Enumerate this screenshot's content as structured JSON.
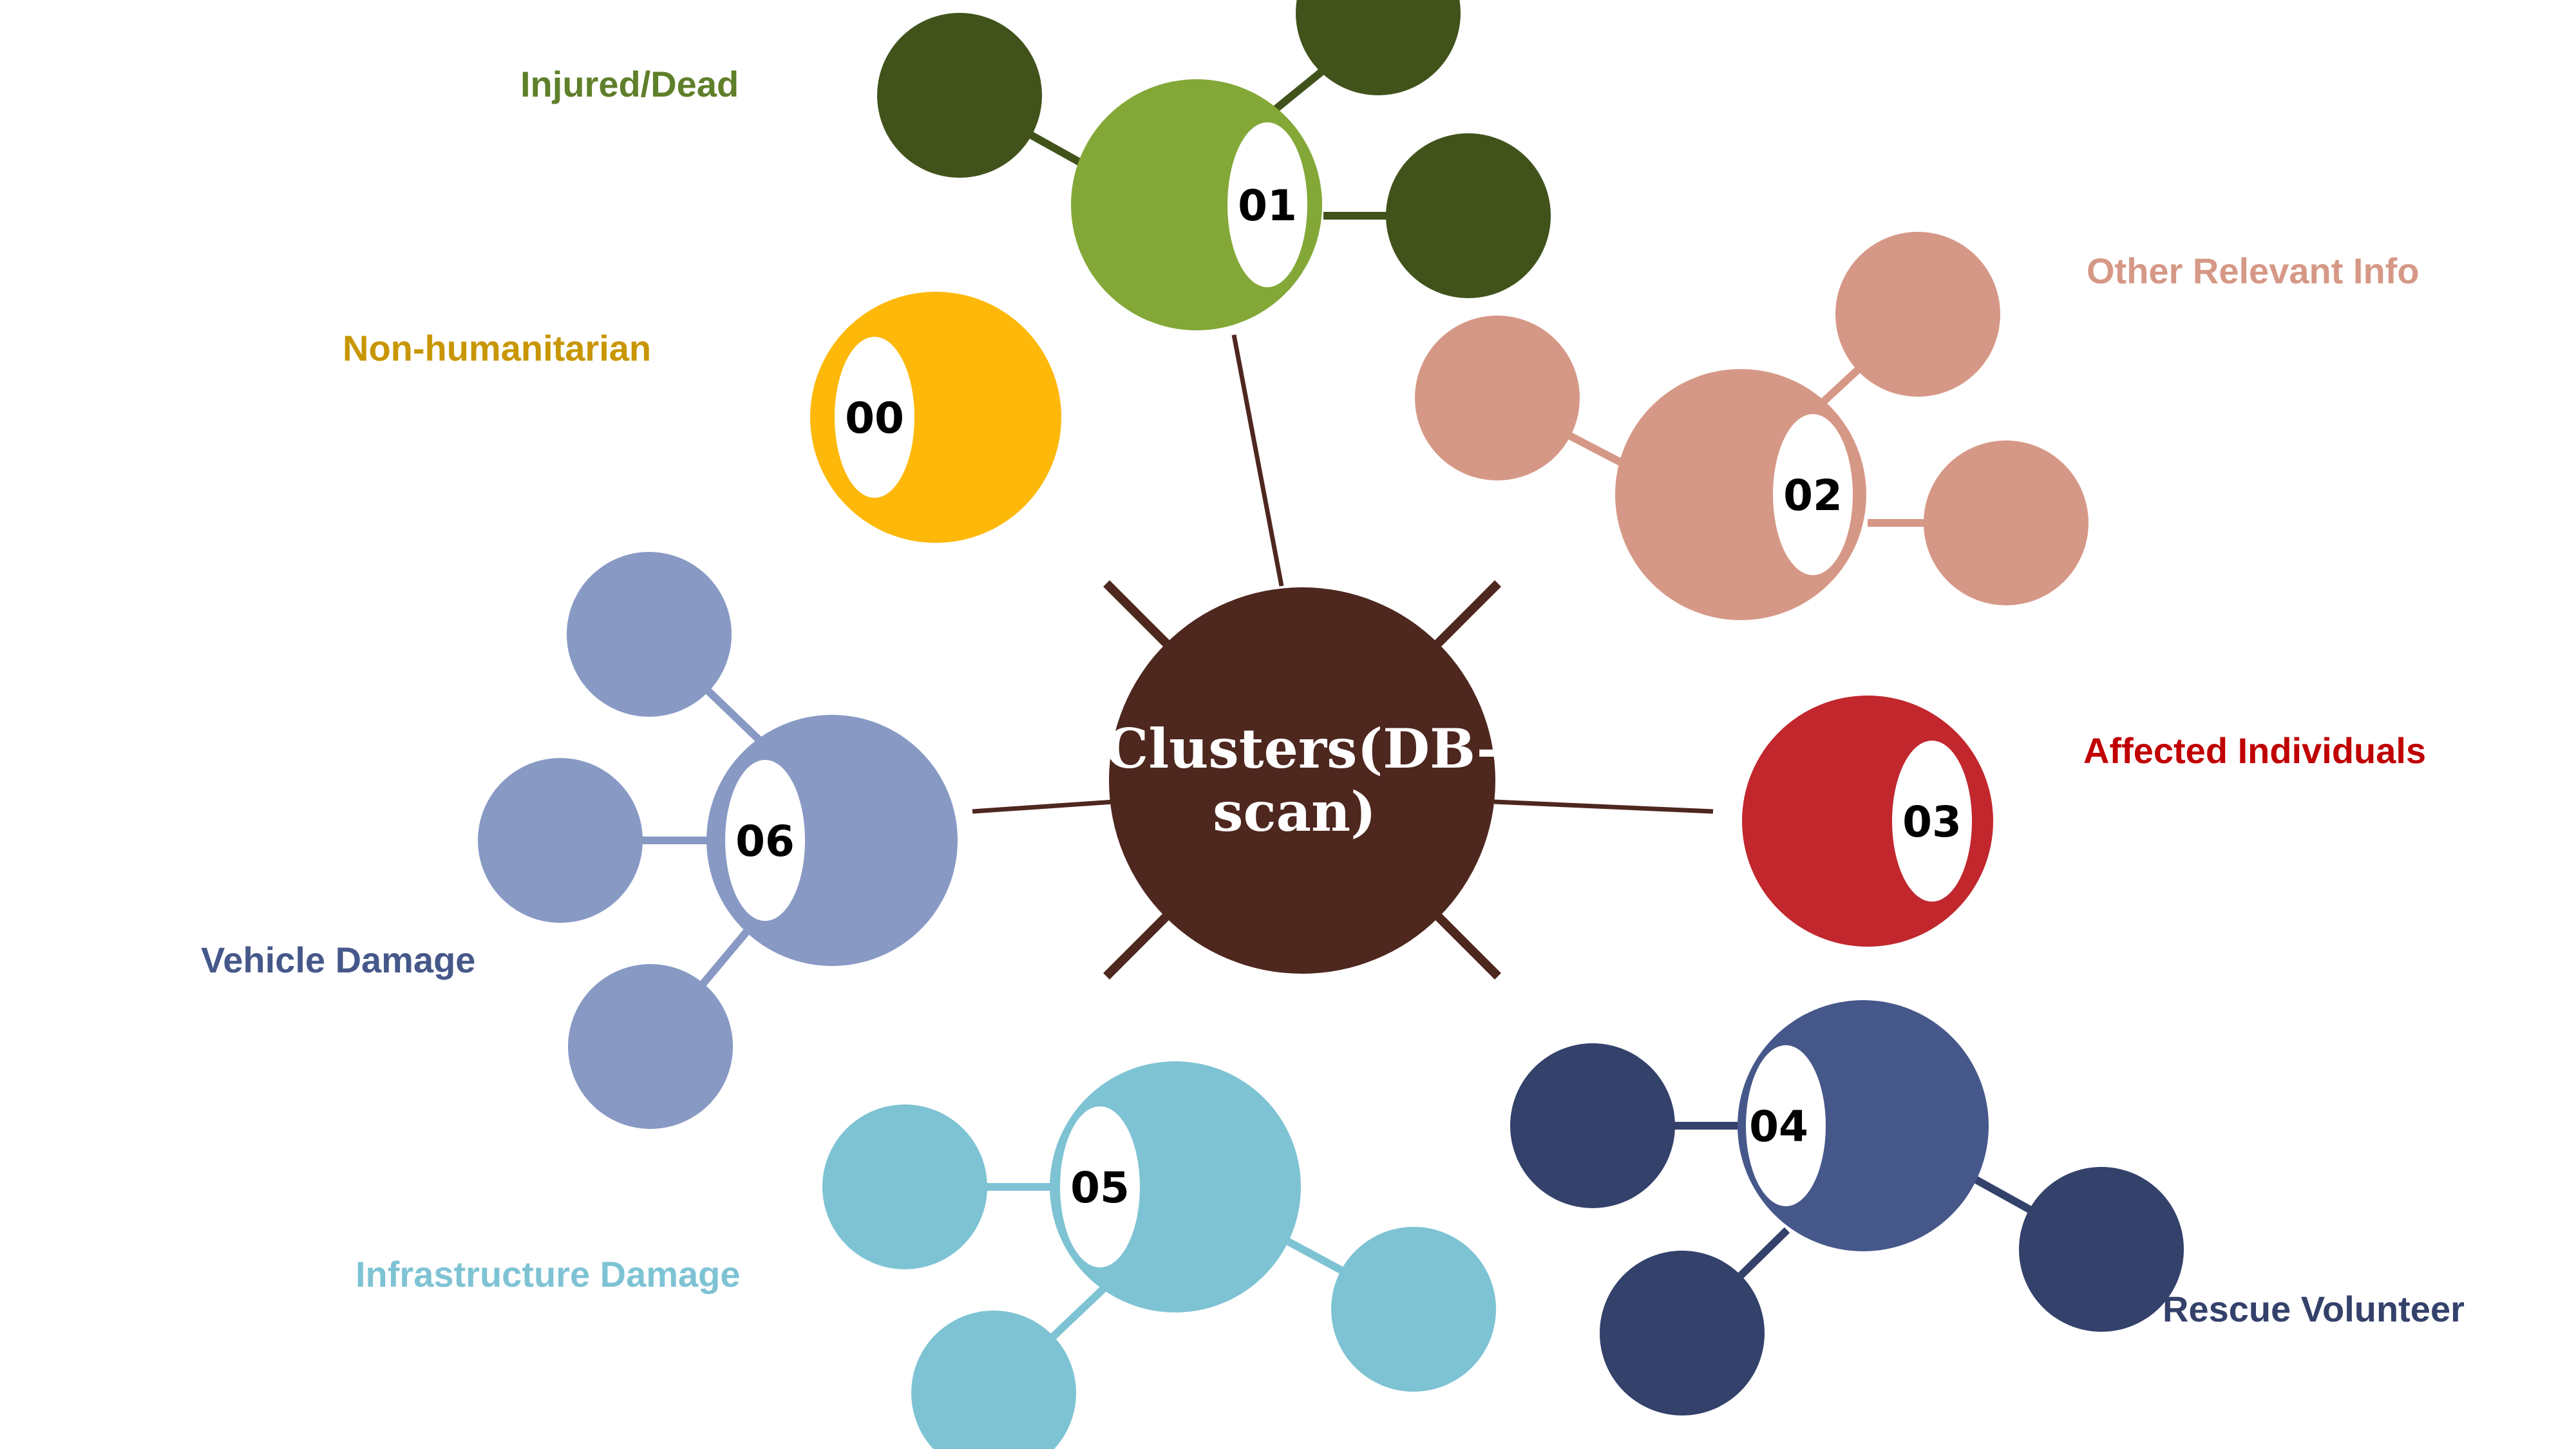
{
  "diagram": {
    "center": {
      "line1": "Clusters(DB-",
      "line2": "scan)",
      "color": "#4E271F"
    },
    "clusters": [
      {
        "id": "00",
        "label": "Non-humanitarian",
        "color": "#FDB80A",
        "label_color": "#C89600"
      },
      {
        "id": "01",
        "label": "Injured/Dead",
        "color": "#83A837",
        "satellite_color": "#41531B",
        "label_color": "#5F7F2A"
      },
      {
        "id": "02",
        "label": "Other Relevant Info",
        "color": "#D69886",
        "satellite_color": "#D69886",
        "label_color": "#D69886"
      },
      {
        "id": "03",
        "label": "Affected Individuals",
        "color": "#C1272D",
        "label_color": "#C00000"
      },
      {
        "id": "04",
        "label": "Rescue Volunteer",
        "color": "#46588A",
        "satellite_color": "#33416B",
        "label_color": "#33416B"
      },
      {
        "id": "05",
        "label": "Infrastructure Damage",
        "color": "#7EC3D4",
        "satellite_color": "#7EC3D4",
        "label_color": "#7EC3D4"
      },
      {
        "id": "06",
        "label": "Vehicle Damage",
        "color": "#8899C4",
        "satellite_color": "#8899C4",
        "label_color": "#46588A"
      }
    ]
  }
}
